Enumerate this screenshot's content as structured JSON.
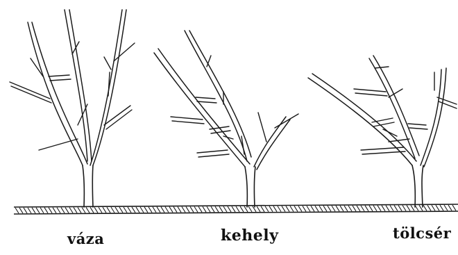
{
  "figure": {
    "trees": [
      {
        "id": "vaza",
        "label": "váza"
      },
      {
        "id": "kehely",
        "label": "kehely"
      },
      {
        "id": "tolcser",
        "label": "tölcsér"
      }
    ]
  }
}
